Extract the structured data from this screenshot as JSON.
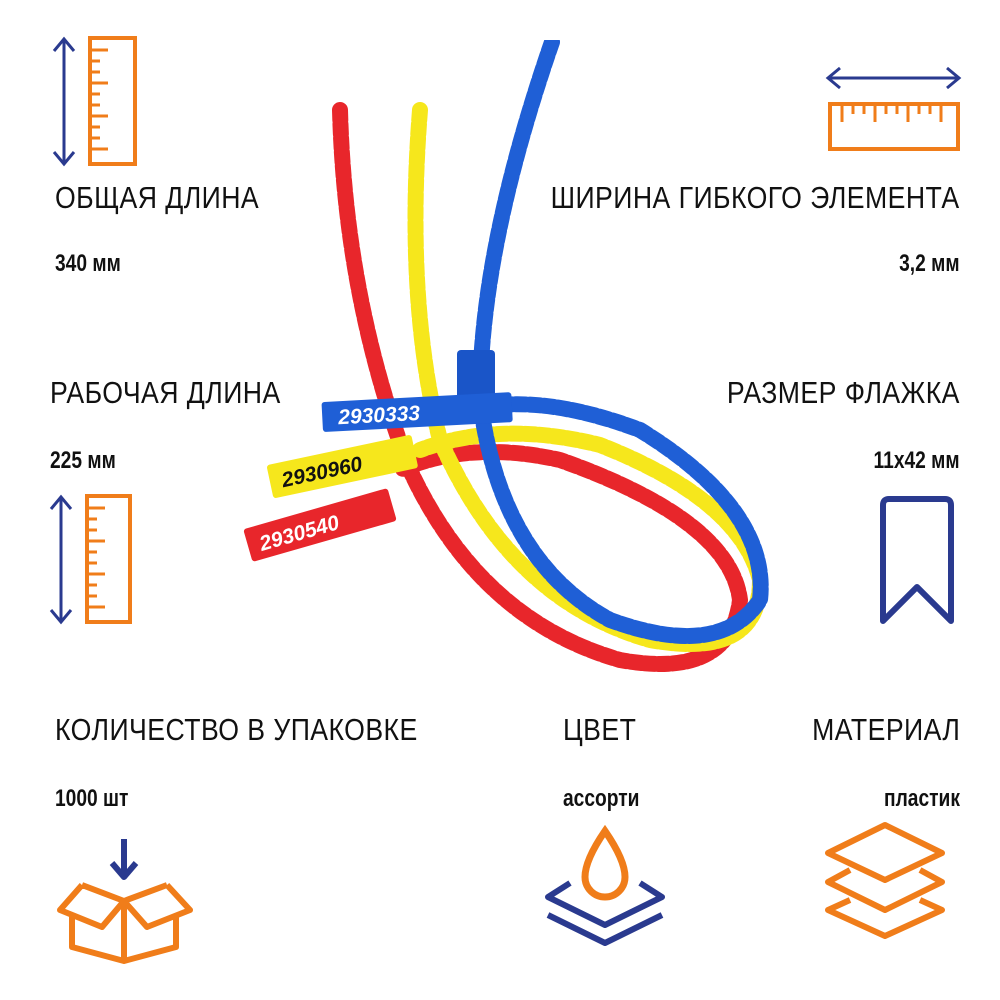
{
  "specs": {
    "total_length": {
      "label": "ОБЩАЯ ДЛИНА",
      "value": "340 мм"
    },
    "width": {
      "label": "ШИРИНА ГИБКОГО ЭЛЕМЕНТА",
      "value": "3,2 мм"
    },
    "working_length": {
      "label": "РАБОЧАЯ ДЛИНА",
      "value": "225 мм"
    },
    "flag_size": {
      "label": "РАЗМЕР ФЛАЖКА",
      "value": "11х42 мм"
    },
    "quantity": {
      "label": "КОЛИЧЕСТВО В УПАКОВКЕ",
      "value": "1000 шт"
    },
    "color": {
      "label": "ЦВЕТ",
      "value": "ассорти"
    },
    "material": {
      "label": "МАТЕРИАЛ",
      "value": "пластик"
    }
  },
  "seals": [
    {
      "number": "2930333",
      "color": "#1f5fd6"
    },
    {
      "number": "2930960",
      "color": "#f6e71c"
    },
    {
      "number": "2930540",
      "color": "#e8262b"
    }
  ],
  "colors": {
    "accent": "#f07d1a",
    "navy": "#2a3a8f"
  }
}
